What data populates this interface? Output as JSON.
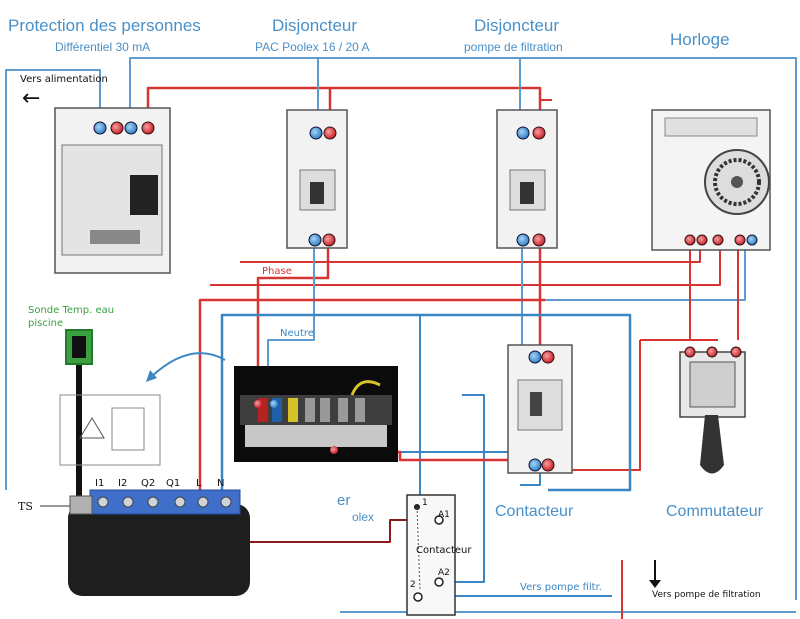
{
  "headers": {
    "protection_title": "Protection des personnes",
    "protection_sub": "Différentiel 30 mA",
    "disj1_title": "Disjoncteur",
    "disj1_sub": "PAC Poolex 16 / 20 A",
    "disj2_title": "Disjoncteur",
    "disj2_sub": "pompe de filtration",
    "horloge_title": "Horloge"
  },
  "labels": {
    "vers_alimentation": "Vers alimentation",
    "phase": "Phase",
    "neutre": "Neutre",
    "sonde_line1": "Sonde Temp. eau",
    "sonde_line2": "piscine",
    "ts": "TS",
    "contacteur": "Contacteur",
    "commutateur": "Commutateur",
    "contacteur_box": "Contacteur",
    "vers_pompe_filtr": "Vers pompe filtr.",
    "vers_pompe_filtration": "Vers pompe de filtration",
    "partial_top": "er",
    "partial_bottom": "olex",
    "arrow_left": "←",
    "arrow_down": "↓"
  },
  "module_terminals": [
    "I1",
    "I2",
    "Q2",
    "Q1",
    "L",
    "N"
  ],
  "contacteur_pins": {
    "p1": "1",
    "a1": "A1",
    "a2": "A2",
    "p2": "2"
  },
  "colors": {
    "blue_wire": "#3b86c4",
    "red_wire": "#d83434",
    "dark_red_wire": "#8b1a1a",
    "label_blue": "#4a90c8",
    "sonde_green": "#3aa040"
  }
}
